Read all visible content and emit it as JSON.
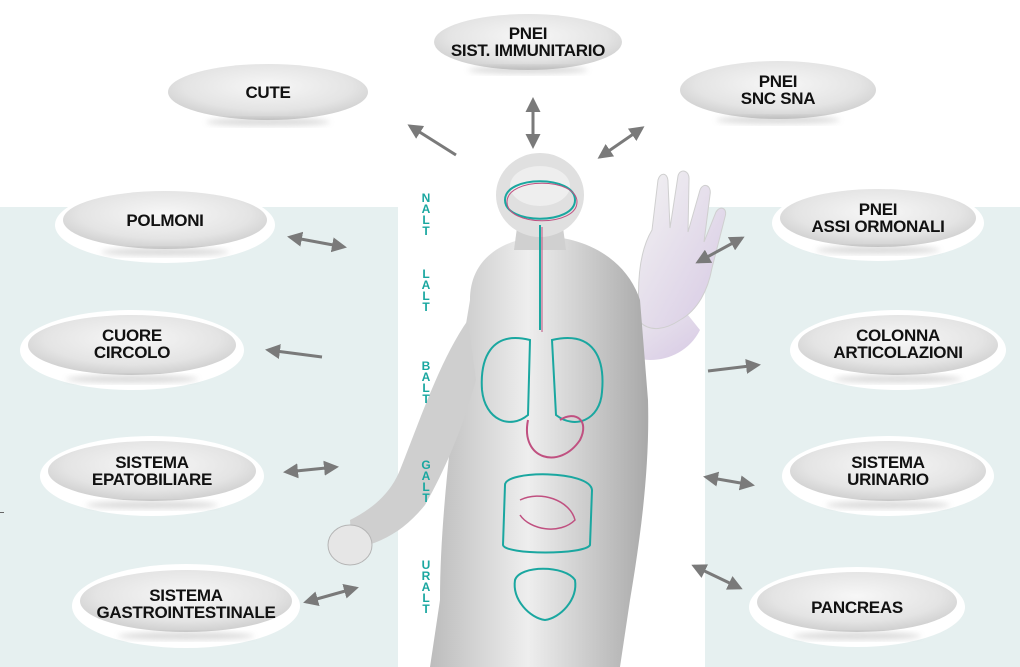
{
  "colors": {
    "panel": "#e6f0f0",
    "oval_fill": "#e9e9e9",
    "arrow": "#7a7a7a",
    "vertical_text": "#1aa7a0"
  },
  "nodes": {
    "pnei_immunitario": {
      "line1": "PNEI",
      "line2": "SIST. IMMUNITARIO"
    },
    "cute": {
      "line1": "CUTE"
    },
    "pnei_snc": {
      "line1": "PNEI",
      "line2": "SNC SNA"
    },
    "polmoni": {
      "line1": "POLMONI"
    },
    "pnei_assi": {
      "line1": "PNEI",
      "line2": "ASSI ORMONALI"
    },
    "cuore": {
      "line1": "CUORE",
      "line2": "CIRCOLO"
    },
    "colonna": {
      "line1": "COLONNA",
      "line2": "ARTICOLAZIONI"
    },
    "epatobiliare": {
      "line1": "SISTEMA",
      "line2": "EPATOBILIARE"
    },
    "urinario": {
      "line1": "SISTEMA",
      "line2": "URINARIO"
    },
    "gastro": {
      "line1": "SISTEMA",
      "line2": "GASTROINTESTINALE"
    },
    "pancreas": {
      "line1": "PANCREAS"
    }
  },
  "vertical_labels": {
    "nalt": [
      "N",
      "A",
      "L",
      "T"
    ],
    "lalt": [
      "L",
      "A",
      "L",
      "T"
    ],
    "balt": [
      "B",
      "A",
      "L",
      "T"
    ],
    "galt": [
      "G",
      "A",
      "L",
      "T"
    ],
    "uralt": [
      "U",
      "R",
      "A",
      "L",
      "T"
    ]
  }
}
